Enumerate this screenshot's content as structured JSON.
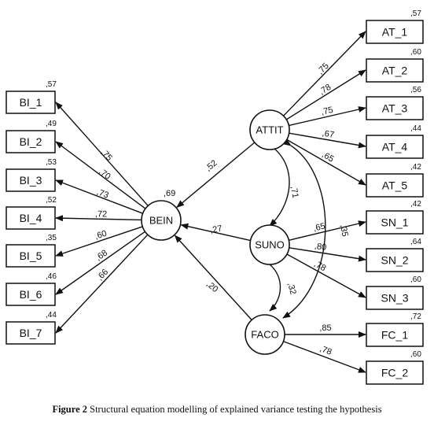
{
  "latents": {
    "bein": {
      "label": "BEIN",
      "r2": ",69"
    },
    "attit": {
      "label": "ATTIT"
    },
    "suno": {
      "label": "SUNO"
    },
    "faco": {
      "label": "FACO"
    }
  },
  "bi_items": [
    {
      "label": "BI_1",
      "r2": ",57",
      "loading": ",75"
    },
    {
      "label": "BI_2",
      "r2": ",49",
      "loading": ",70"
    },
    {
      "label": "BI_3",
      "r2": ",53",
      "loading": ",73"
    },
    {
      "label": "BI_4",
      "r2": ",52",
      "loading": ",72"
    },
    {
      "label": "BI_5",
      "r2": ",35",
      "loading": ",60"
    },
    {
      "label": "BI_6",
      "r2": ",46",
      "loading": ",68"
    },
    {
      "label": "BI_7",
      "r2": ",44",
      "loading": ",66"
    }
  ],
  "at_items": [
    {
      "label": "AT_1",
      "r2": ",57",
      "loading": ",75"
    },
    {
      "label": "AT_2",
      "r2": ",60",
      "loading": ",78"
    },
    {
      "label": "AT_3",
      "r2": ",56",
      "loading": ",75"
    },
    {
      "label": "AT_4",
      "r2": ",44",
      "loading": ",67"
    },
    {
      "label": "AT_5",
      "r2": ",42",
      "loading": ",65"
    }
  ],
  "sn_items": [
    {
      "label": "SN_1",
      "r2": ",42",
      "loading": ",65"
    },
    {
      "label": "SN_2",
      "r2": ",64",
      "loading": ",80"
    },
    {
      "label": "SN_3",
      "r2": ",60",
      "loading": ",78"
    }
  ],
  "fc_items": [
    {
      "label": "FC_1",
      "r2": ",72",
      "loading": ",85"
    },
    {
      "label": "FC_2",
      "r2": ",60",
      "loading": ",78"
    }
  ],
  "paths": {
    "attit_bein": ",52",
    "suno_bein": ",27",
    "faco_bein": ",20"
  },
  "correlations": {
    "attit_suno": ",71",
    "suno_faco": ",32",
    "attit_faco": ",35"
  },
  "caption": {
    "label": "Figure 2",
    "text": " Structural equation modelling of explained variance testing the hypothesis"
  }
}
